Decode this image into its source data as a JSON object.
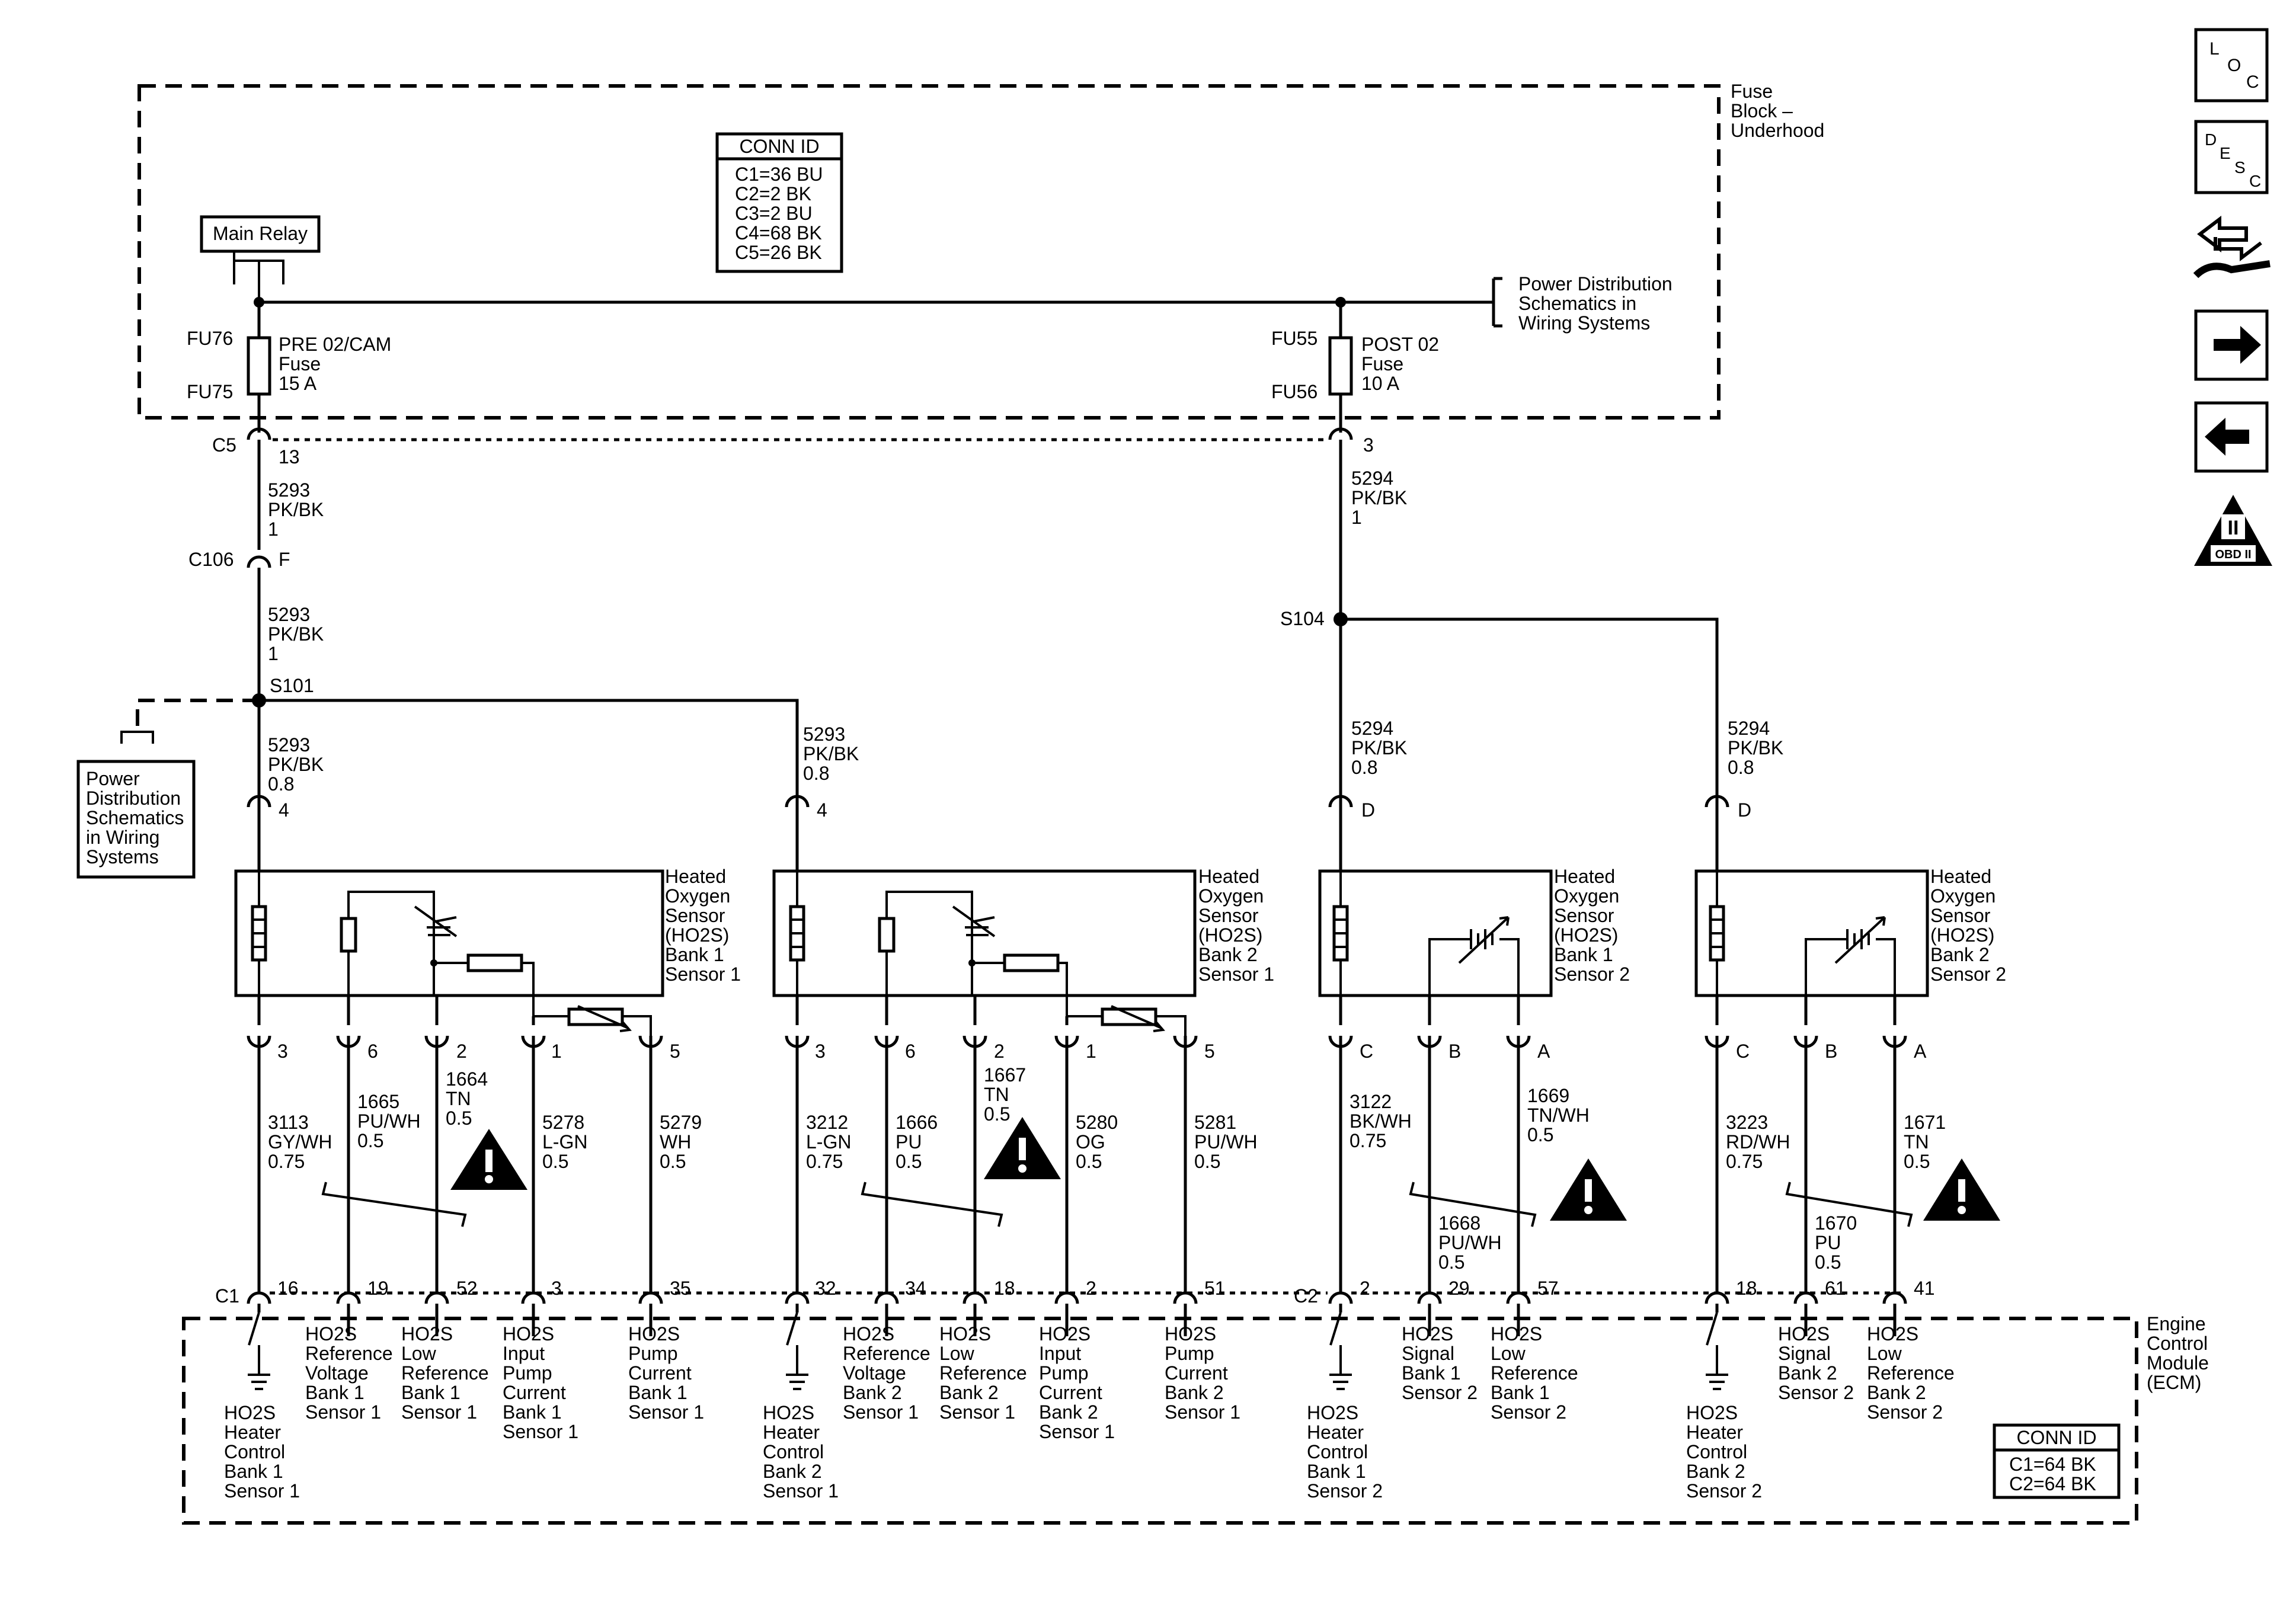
{
  "fuse_block": {
    "title": [
      "Fuse",
      "Block –",
      "Underhood"
    ]
  },
  "conn_id_top": {
    "title": "CONN ID",
    "rows": [
      "C1=36 BU",
      "C2=2 BK",
      "C3=2 BU",
      "C4=68 BK",
      "C5=26 BK"
    ]
  },
  "main_relay": "Main Relay",
  "power_dist_right": [
    "Power Distribution",
    "Schematics in",
    "Wiring Systems"
  ],
  "power_dist_left": [
    "Power",
    "Distribution",
    "Schematics",
    "in Wiring",
    "Systems"
  ],
  "fuse_pre": {
    "top": "FU76",
    "bottom": "FU75",
    "label": [
      "PRE 02/CAM",
      "Fuse",
      "15 A"
    ]
  },
  "fuse_post": {
    "top": "FU55",
    "bottom": "FU56",
    "label": [
      "POST 02",
      "Fuse",
      "10 A"
    ]
  },
  "conn_c5": {
    "name": "C5",
    "pin_left": "13",
    "pin_right": "3"
  },
  "conn_c106": {
    "name": "C106",
    "pin": "F"
  },
  "splices": {
    "s101": "S101",
    "s104": "S104"
  },
  "wires": {
    "w5293_a": [
      "5293",
      "PK/BK",
      "1"
    ],
    "w5293_b": [
      "5293",
      "PK/BK",
      "1"
    ],
    "w5293_c": [
      "5293",
      "PK/BK",
      "0.8"
    ],
    "w5293_d": [
      "5293",
      "PK/BK",
      "0.8"
    ],
    "w5294_a": [
      "5294",
      "PK/BK",
      "1"
    ],
    "w5294_b": [
      "5294",
      "PK/BK",
      "0.8"
    ],
    "w5294_c": [
      "5294",
      "PK/BK",
      "0.8"
    ]
  },
  "sensors": [
    {
      "name": [
        "Heated",
        "Oxygen",
        "Sensor",
        "(HO2S)",
        "Bank 1",
        "Sensor 1"
      ],
      "power_pin": "4",
      "pins": [
        "3",
        "6",
        "2",
        "1",
        "5"
      ],
      "wires": [
        [
          "3113",
          "GY/WH",
          "0.75"
        ],
        [
          "1665",
          "PU/WH",
          "0.5"
        ],
        [
          "1664",
          "TN",
          "0.5"
        ],
        [
          "5278",
          "L-GN",
          "0.5"
        ],
        [
          "5279",
          "WH",
          "0.5"
        ]
      ],
      "ecm_pins": [
        "16",
        "19",
        "52",
        "3",
        "35"
      ]
    },
    {
      "name": [
        "Heated",
        "Oxygen",
        "Sensor",
        "(HO2S)",
        "Bank 2",
        "Sensor 1"
      ],
      "power_pin": "4",
      "pins": [
        "3",
        "6",
        "2",
        "1",
        "5"
      ],
      "wires": [
        [
          "3212",
          "L-GN",
          "0.75"
        ],
        [
          "1666",
          "PU",
          "0.5"
        ],
        [
          "1667",
          "TN",
          "0.5"
        ],
        [
          "5280",
          "OG",
          "0.5"
        ],
        [
          "5281",
          "PU/WH",
          "0.5"
        ]
      ],
      "ecm_pins": [
        "32",
        "34",
        "18",
        "2",
        "51"
      ]
    },
    {
      "name": [
        "Heated",
        "Oxygen",
        "Sensor",
        "(HO2S)",
        "Bank 1",
        "Sensor 2"
      ],
      "power_pin": "D",
      "pins": [
        "C",
        "B",
        "A"
      ],
      "wires": [
        [
          "3122",
          "BK/WH",
          "0.75"
        ],
        [
          "1668",
          "PU/WH",
          "0.5"
        ],
        [
          "1669",
          "TN/WH",
          "0.5"
        ]
      ],
      "ecm_pins": [
        "2",
        "29",
        "57"
      ]
    },
    {
      "name": [
        "Heated",
        "Oxygen",
        "Sensor",
        "(HO2S)",
        "Bank 2",
        "Sensor 2"
      ],
      "power_pin": "D",
      "pins": [
        "C",
        "B",
        "A"
      ],
      "wires": [
        [
          "3223",
          "RD/WH",
          "0.75"
        ],
        [
          "1670",
          "PU",
          "0.5"
        ],
        [
          "1671",
          "TN",
          "0.5"
        ]
      ],
      "ecm_pins": [
        "18",
        "61",
        "41"
      ]
    }
  ],
  "ecm": {
    "title": [
      "Engine",
      "Control",
      "Module",
      "(ECM)"
    ],
    "c1": "C1",
    "c2": "C2",
    "conn_id": {
      "title": "CONN ID",
      "rows": [
        "C1=64 BK",
        "C2=64 BK"
      ]
    },
    "labels": [
      [
        "HO2S",
        "Heater",
        "Control",
        "Bank 1",
        "Sensor 1"
      ],
      [
        "HO2S",
        "Reference",
        "Voltage",
        "Bank 1",
        "Sensor 1"
      ],
      [
        "HO2S",
        "Low",
        "Reference",
        "Bank 1",
        "Sensor 1"
      ],
      [
        "HO2S",
        "Input",
        "Pump",
        "Current",
        "Bank 1",
        "Sensor 1"
      ],
      [
        "HO2S",
        "Pump",
        "Current",
        "Bank 1",
        "Sensor 1"
      ],
      [
        "HO2S",
        "Heater",
        "Control",
        "Bank 2",
        "Sensor 1"
      ],
      [
        "HO2S",
        "Reference",
        "Voltage",
        "Bank 2",
        "Sensor 1"
      ],
      [
        "HO2S",
        "Low",
        "Reference",
        "Bank 2",
        "Sensor 1"
      ],
      [
        "HO2S",
        "Input",
        "Pump",
        "Current",
        "Bank 2",
        "Sensor 1"
      ],
      [
        "HO2S",
        "Pump",
        "Current",
        "Bank 2",
        "Sensor 1"
      ],
      [
        "HO2S",
        "Heater",
        "Control",
        "Bank 1",
        "Sensor 2"
      ],
      [
        "HO2S",
        "Signal",
        "Bank 1",
        "Sensor 2"
      ],
      [
        "HO2S",
        "Low",
        "Reference",
        "Bank 1",
        "Sensor 2"
      ],
      [
        "HO2S",
        "Heater",
        "Control",
        "Bank 2",
        "Sensor 2"
      ],
      [
        "HO2S",
        "Signal",
        "Bank 2",
        "Sensor 2"
      ],
      [
        "HO2S",
        "Low",
        "Reference",
        "Bank 2",
        "Sensor 2"
      ]
    ]
  },
  "nav_icons": {
    "loc": [
      "L",
      "O",
      "C"
    ],
    "desc": [
      "D",
      "E",
      "S",
      "C"
    ],
    "obd": [
      "II",
      "OBD II"
    ]
  },
  "icons": [
    "loc-icon",
    "desc-icon",
    "exchange-icon",
    "next-arrow-icon",
    "prev-arrow-icon",
    "obd-ii-icon",
    "warning-icon"
  ]
}
